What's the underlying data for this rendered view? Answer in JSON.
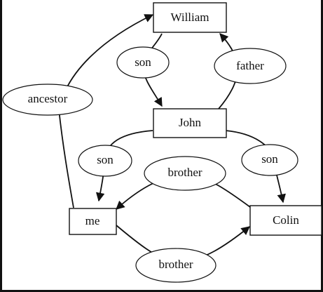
{
  "diagram": {
    "nodes": {
      "william": "William",
      "john": "John",
      "me": "me",
      "colin": "Colin"
    },
    "edge_labels": {
      "son_william_john": "son",
      "father_john_william": "father",
      "ancestor_me_william": "ancestor",
      "son_john_me": "son",
      "son_john_colin": "son",
      "brother_colin_me": "brother",
      "brother_me_colin": "brother"
    }
  }
}
